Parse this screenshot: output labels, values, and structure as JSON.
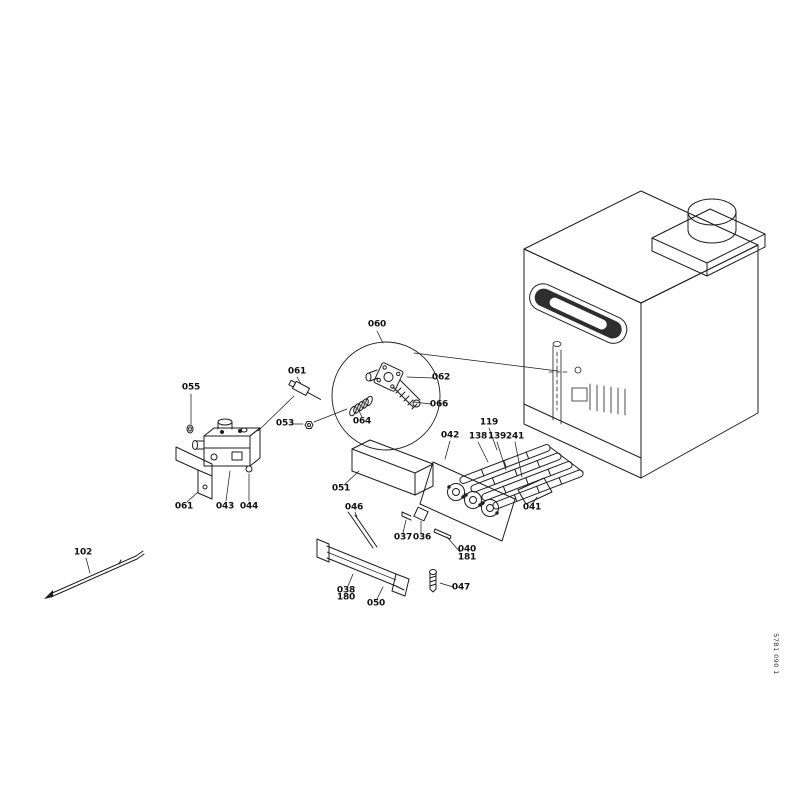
{
  "doc_code": "57B1 090 1",
  "labels": {
    "p060": "060",
    "p061_top": "061",
    "p055": "055",
    "p062": "062",
    "p066": "066",
    "p064": "064",
    "p053": "053",
    "p042": "042",
    "p119": "119",
    "p138": "138",
    "p139": "139",
    "p241": "241",
    "p051": "051",
    "p061_left": "061",
    "p043": "043",
    "p044": "044",
    "p041": "041",
    "p046": "046",
    "p037": "037",
    "p036": "036",
    "p040": "040",
    "p181": "181",
    "p047": "047",
    "p038": "038",
    "p180": "180",
    "p050": "050",
    "p102": "102"
  }
}
